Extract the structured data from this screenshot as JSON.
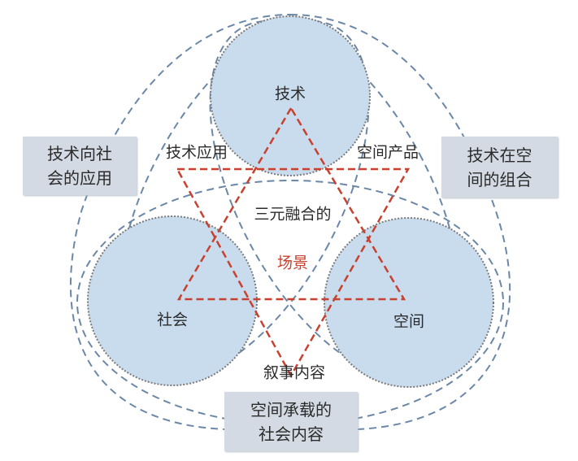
{
  "circles": {
    "top": "技术",
    "left": "社会",
    "right": "空间"
  },
  "intersections": {
    "tech_society": "技术应用",
    "tech_space": "空间产品",
    "society_space": "叙事内容"
  },
  "center": {
    "line1": "三元融合的",
    "line2": "场景"
  },
  "boxes": {
    "left": {
      "line1": "技术向社",
      "line2": "会的应用"
    },
    "right": {
      "line1": "技术在空",
      "line2": "间的组合"
    },
    "bottom": {
      "line1": "空间承载的",
      "line2": "社会内容"
    }
  },
  "colors": {
    "circle_fill": "#c9dcee",
    "dash": "#6b87a8",
    "star": "#c8412f",
    "box": "#d3dae3"
  }
}
